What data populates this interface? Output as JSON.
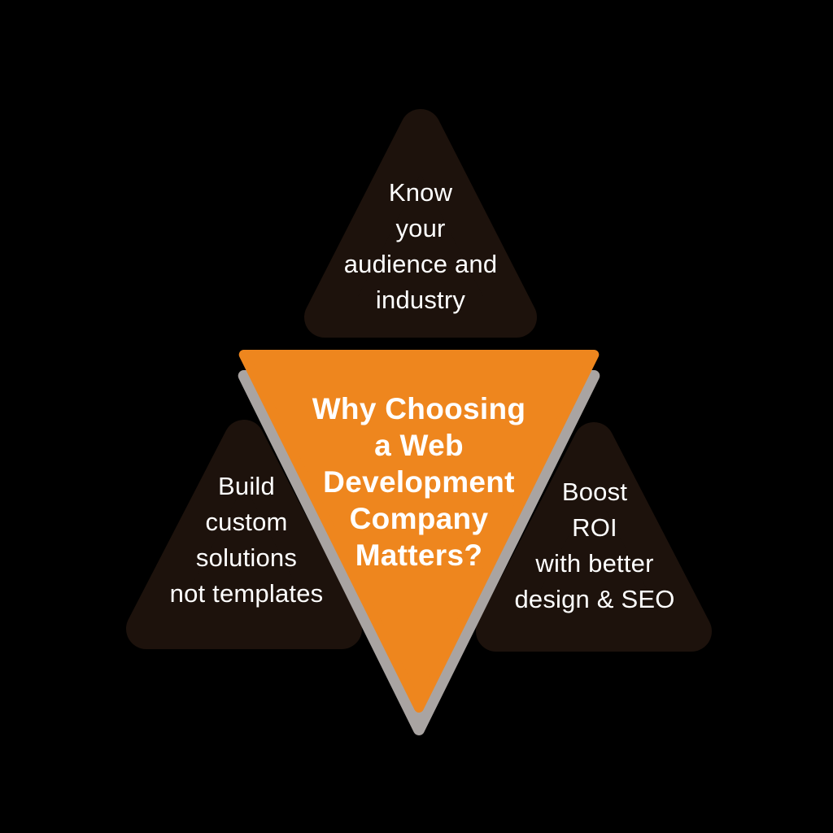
{
  "center": {
    "label": "Why Choosing\na Web\nDevelopment\nCompany\nMatters?"
  },
  "nodes": [
    {
      "id": "top",
      "label": "Know\nyour\naudience and\nindustry"
    },
    {
      "id": "left",
      "label": "Build\ncustom\nsolutions\nnot templates"
    },
    {
      "id": "right",
      "label": "Boost\nROI\nwith better\ndesign & SEO"
    }
  ],
  "colors": {
    "background": "#000000",
    "triangle-dark": "#1d120c",
    "triangle-orange": "#ee861e",
    "shadow-gray": "#a9a4a2",
    "text-white": "#ffffff"
  }
}
